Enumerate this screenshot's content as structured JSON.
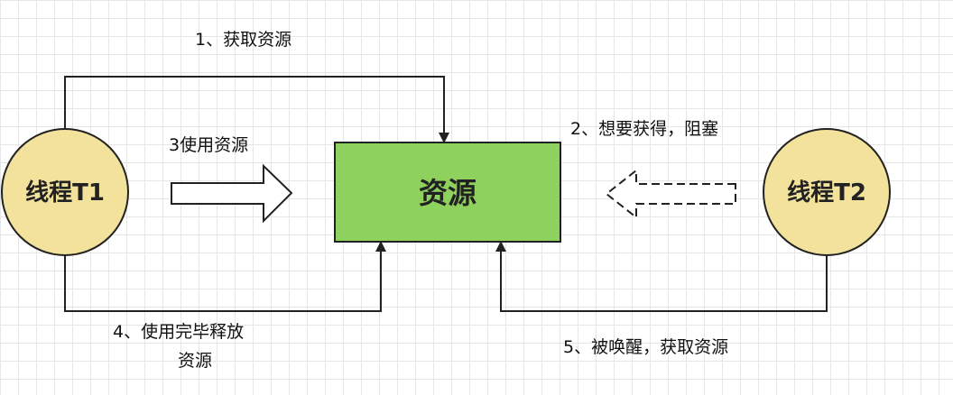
{
  "nodes": {
    "thread1": "线程T1",
    "thread2": "线程T2",
    "resource": "资源"
  },
  "edges": {
    "step1": "1、获取资源",
    "step2": "2、想要获得，阻塞",
    "step3": "3使用资源",
    "step4_line1": "4、使用完毕释放",
    "step4_line2": "资源",
    "step5": "5、被唤醒，获取资源"
  },
  "colors": {
    "thread_fill": "#f3e29c",
    "resource_fill": "#8fd15d",
    "stroke": "#222222"
  }
}
